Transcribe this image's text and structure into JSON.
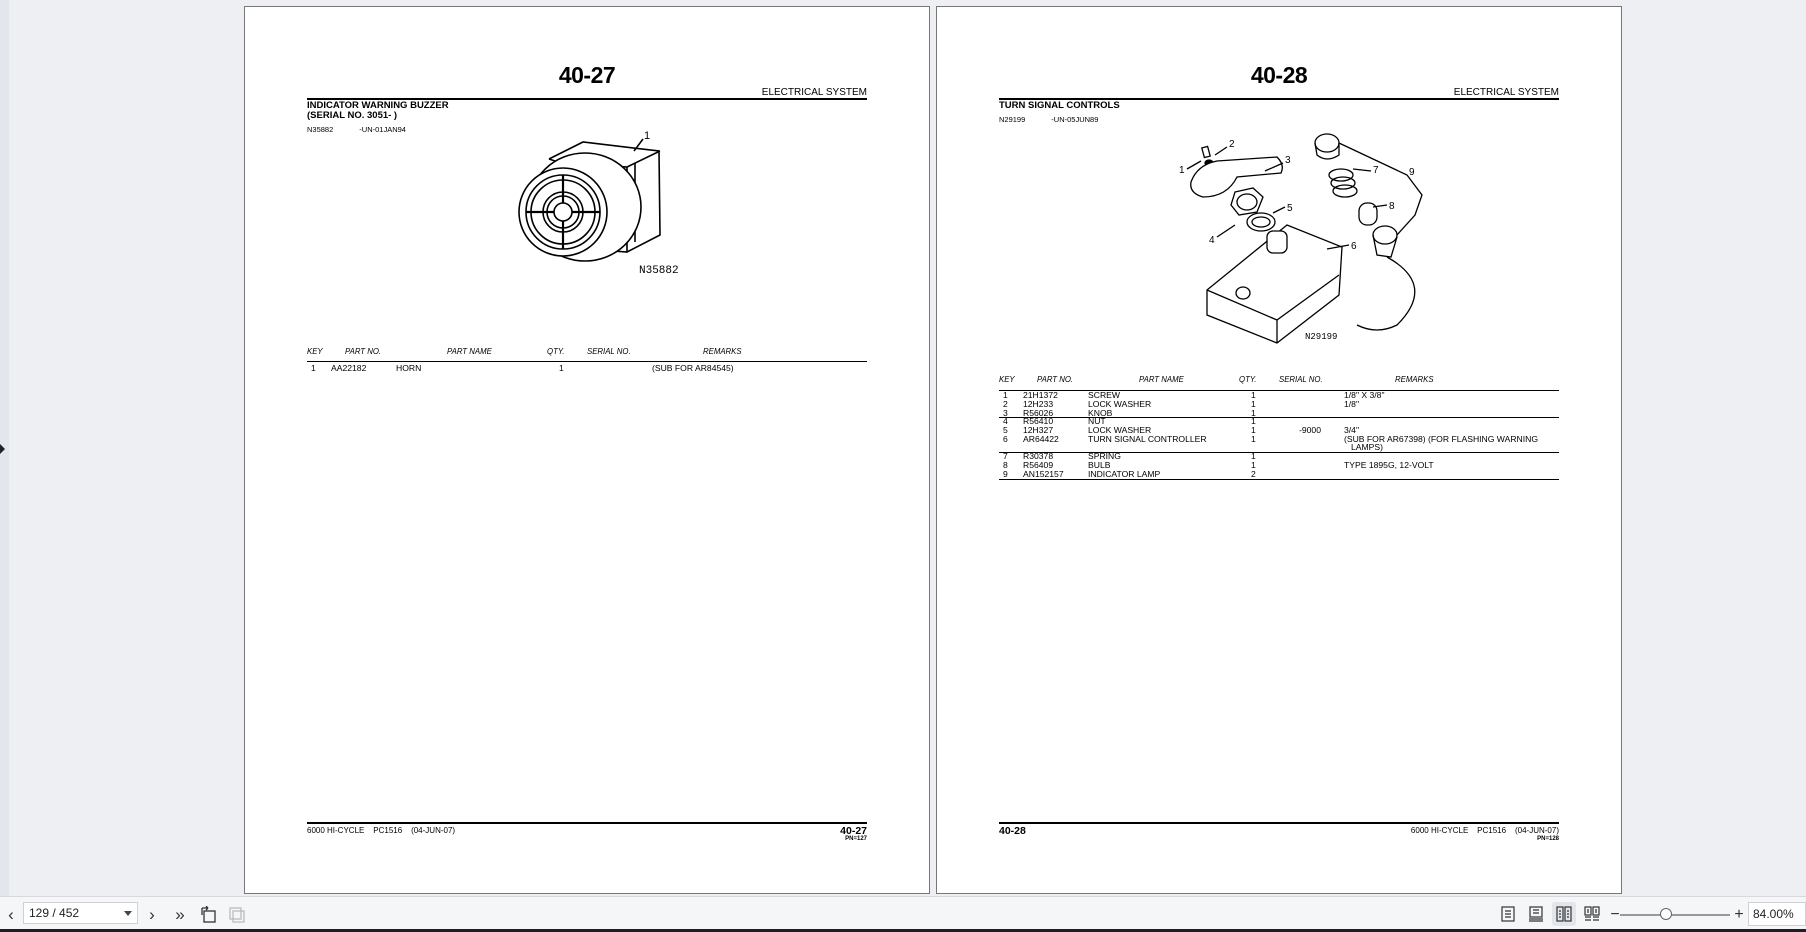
{
  "viewer": {
    "left_page": {
      "page_number": "40-27",
      "section": "ELECTRICAL SYSTEM",
      "title_line1": "INDICATOR WARNING BUZZER",
      "title_line2": "(SERIAL NO. 3051- )",
      "figure_ref": "N35882",
      "figure_date": "-UN-01JAN94",
      "figure_label": "N35882",
      "callouts": [
        "1"
      ],
      "table": {
        "headers": {
          "key": "KEY",
          "part_no": "PART NO.",
          "part_name": "PART NAME",
          "qty": "QTY.",
          "serial_no": "SERIAL NO.",
          "remarks": "REMARKS"
        },
        "rows": [
          {
            "key": "1",
            "part_no": "AA22182",
            "part_name": "HORN",
            "qty": "1",
            "serial_no": "",
            "remarks": "(SUB FOR AR84545)"
          }
        ]
      },
      "footer": {
        "model": "6000 HI-CYCLE",
        "code": "PC1516",
        "date": "(04-JUN-07)",
        "page": "40-27",
        "pn": "PN=127"
      }
    },
    "right_page": {
      "page_number": "40-28",
      "section": "ELECTRICAL SYSTEM",
      "title_line1": "TURN SIGNAL CONTROLS",
      "figure_ref": "N29199",
      "figure_date": "-UN-05JUN89",
      "figure_label": "N29199",
      "callouts": [
        "1",
        "2",
        "3",
        "4",
        "5",
        "6",
        "7",
        "8",
        "9"
      ],
      "table": {
        "headers": {
          "key": "KEY",
          "part_no": "PART NO.",
          "part_name": "PART NAME",
          "qty": "QTY.",
          "serial_no": "SERIAL NO.",
          "remarks": "REMARKS"
        },
        "rows": [
          {
            "key": "1",
            "part_no": "21H1372",
            "part_name": "SCREW",
            "qty": "1",
            "serial_no": "",
            "remarks": "1/8\" X 3/8\""
          },
          {
            "key": "2",
            "part_no": "12H233",
            "part_name": "LOCK WASHER",
            "qty": "1",
            "serial_no": "",
            "remarks": "1/8\""
          },
          {
            "key": "3",
            "part_no": "R56026",
            "part_name": "KNOB",
            "qty": "1",
            "serial_no": "",
            "remarks": ""
          },
          {
            "key": "4",
            "part_no": "R56410",
            "part_name": "NUT",
            "qty": "1",
            "serial_no": "",
            "remarks": ""
          },
          {
            "key": "5",
            "part_no": "12H327",
            "part_name": "LOCK WASHER",
            "qty": "1",
            "serial_no": "-9000",
            "remarks": "3/4\""
          },
          {
            "key": "6",
            "part_no": "AR64422",
            "part_name": "TURN SIGNAL CONTROLLER",
            "qty": "1",
            "serial_no": "",
            "remarks": "(SUB FOR AR67398) (FOR FLASHING WARNING",
            "remarks_cont": "LAMPS)"
          },
          {
            "key": "7",
            "part_no": "R30378",
            "part_name": "SPRING",
            "qty": "1",
            "serial_no": "",
            "remarks": ""
          },
          {
            "key": "8",
            "part_no": "R56409",
            "part_name": "BULB",
            "qty": "1",
            "serial_no": "",
            "remarks": "TYPE 1895G, 12-VOLT"
          },
          {
            "key": "9",
            "part_no": "AN152157",
            "part_name": "INDICATOR LAMP",
            "qty": "2",
            "serial_no": "",
            "remarks": ""
          }
        ]
      },
      "footer": {
        "model": "6000 HI-CYCLE",
        "code": "PC1516",
        "date": "(04-JUN-07)",
        "page": "40-28",
        "pn": "PN=128"
      }
    }
  },
  "toolbar": {
    "prev_label": "‹",
    "page_field": "129 / 452",
    "next_label": "›",
    "last_label": "»",
    "zoom_out_label": "−",
    "zoom_in_label": "+",
    "zoom_value": "84.00%",
    "view_modes": [
      "single-page",
      "continuous",
      "two-page",
      "two-page-continuous"
    ],
    "active_view_mode": "two-page"
  }
}
